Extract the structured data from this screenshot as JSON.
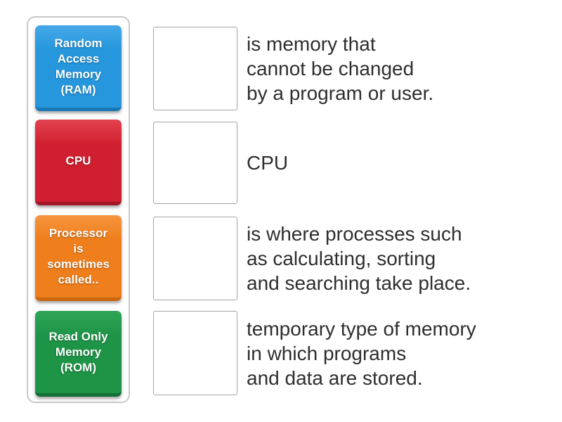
{
  "activity": {
    "kind": "match-up"
  },
  "keywords": [
    {
      "id": "ram",
      "label": "Random\nAccess\nMemory\n(RAM)",
      "color_light": "#45a9e8",
      "color_main": "#2697dd",
      "color_dark": "#1a78b4"
    },
    {
      "id": "cpu",
      "label": "CPU",
      "color_light": "#e2434f",
      "color_main": "#d01f30",
      "color_dark": "#a21728"
    },
    {
      "id": "processor",
      "label": "Processor\nis\nsometimes\ncalled..",
      "color_light": "#f6953f",
      "color_main": "#ef7e1c",
      "color_dark": "#c9660f"
    },
    {
      "id": "rom",
      "label": "Read Only\nMemory\n(ROM)",
      "color_light": "#2fa557",
      "color_main": "#1e9447",
      "color_dark": "#156f36"
    }
  ],
  "definitions": [
    {
      "text": "is memory that\ncannot be changed\nby a program or user."
    },
    {
      "text": "CPU"
    },
    {
      "text": "is where processes such\nas calculating, sorting\nand searching take place."
    },
    {
      "text": "temporary type of memory\nin which programs\nand data are stored."
    }
  ]
}
